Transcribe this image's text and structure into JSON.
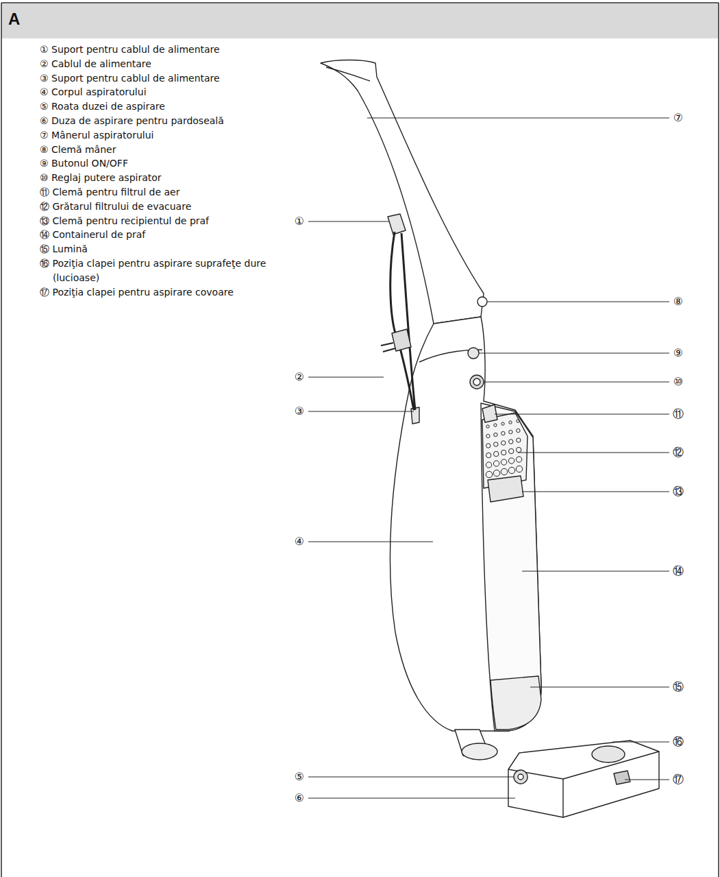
{
  "diagram": {
    "title": "A",
    "labels": [
      "① Suport pentru cablul de alimentare",
      "② Cablul de alimentare",
      "③ Suport pentru cablul de alimentare",
      "④ Corpul aspiratorului",
      "⑤ Roata duzei de aspirare",
      "⑥ Duza de aspirare pentru pardoseală",
      "⑦ Mânerul aspiratorului",
      "⑧ Clemă mâner",
      "⑨ Butonul ON/OFF",
      "⑩ Reglaj putere aspirator",
      "⑪ Clemă pentru filtrul de aer",
      "⑫ Grătarul filtrului de evacuare",
      "⑬ Clemă pentru recipientul de praf",
      "⑭ Containerul de praf",
      "⑮ Lumină",
      "⑯ Poziţia clapei pentru aspirare suprafeţe dure (lucioase)",
      "⑰ Poziţia clapei pentru aspirare covoare",
      "⑦",
      "①",
      "⑧",
      "⑨",
      "②",
      "⑩",
      "③",
      "⑪",
      "⑫",
      "⑬",
      "④",
      "⑭",
      "⑮",
      "⑯",
      "⑤",
      "⑰",
      "⑥"
    ]
  }
}
